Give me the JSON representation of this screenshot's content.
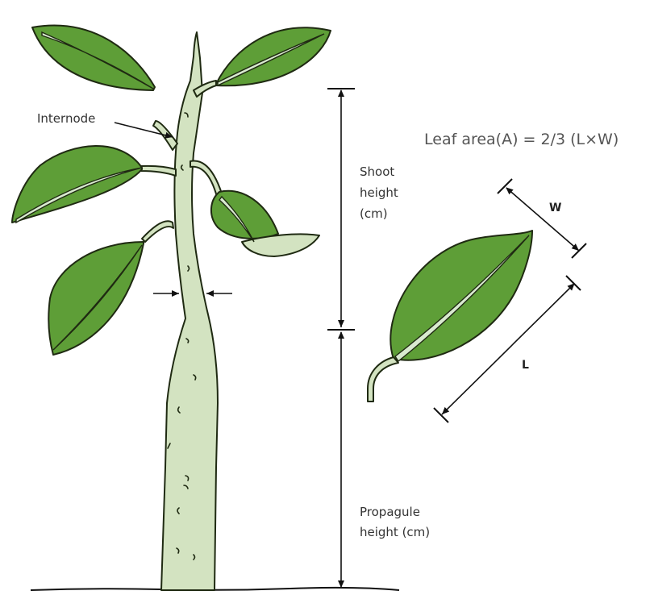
{
  "labels": {
    "internode": "Internode",
    "shoot_height_line1": "Shoot",
    "shoot_height_line2": "height",
    "shoot_height_line3": "(cm)",
    "formula": "Leaf area(A) = 2/3 (L×W)",
    "width": "W",
    "length": "L",
    "propagule_line1": "Propagule",
    "propagule_line2": "height (cm)"
  },
  "colors": {
    "leaf": "#5e9e37",
    "stem": "#d3e3c1",
    "outline": "#1f2a12"
  }
}
